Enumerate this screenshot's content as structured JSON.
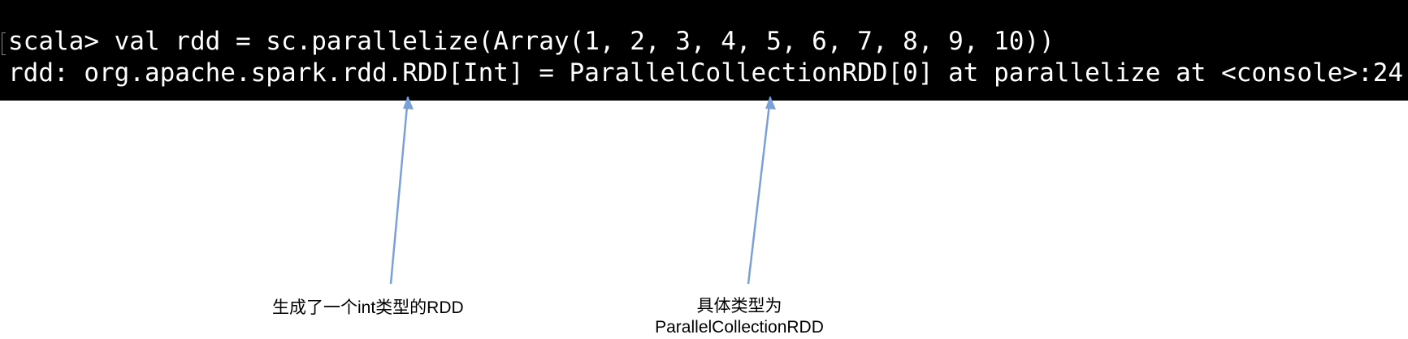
{
  "terminal": {
    "line1": "scala> val rdd = sc.parallelize(Array(1, 2, 3, 4, 5, 6, 7, 8, 9, 10))",
    "line2": "rdd: org.apache.spark.rdd.RDD[Int] = ParallelCollectionRDD[0] at parallelize at <console>:24",
    "background": "#000000",
    "text_color": "#ffffff"
  },
  "annotations": {
    "left_note": "生成了一个int类型的RDD",
    "right_note_line1": "具体类型为",
    "right_note_line2": "ParallelCollectionRDD",
    "arrow_color": "#7aa0d8"
  }
}
